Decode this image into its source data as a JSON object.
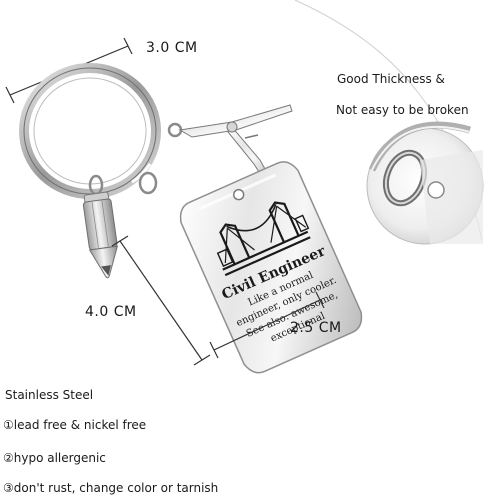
{
  "dimensions": {
    "width": "3.0 CM",
    "height": "4.0 CM",
    "depth": "2.5 CM"
  },
  "zoom_note": {
    "line1": "Good Thickness &",
    "line2": "Not easy to be broken"
  },
  "tag": {
    "title": "Civil Engineer",
    "line1": "Like a normal",
    "line2": "engineer, only cooler.",
    "line3": "See also: awesome,",
    "line4": "exceptional"
  },
  "specs": {
    "material": "Stainless Steel",
    "items": [
      "①lead free & nickel free",
      "②hypo allergenic",
      "③don't rust, change color or tarnish"
    ]
  },
  "colors": {
    "steel_light": "#f4f4f4",
    "steel_mid": "#c9c9c9",
    "steel_dark": "#8a8a8a",
    "ink": "#1a1a1a"
  }
}
